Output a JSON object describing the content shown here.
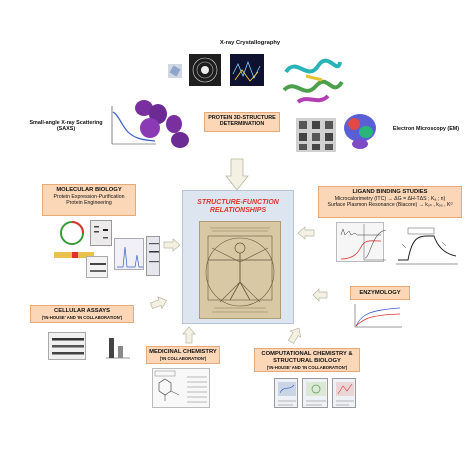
{
  "center": {
    "title_line1": "STRUCTURE-FUNCTION",
    "title_line2": "RELATIONSHIPS"
  },
  "top": {
    "xray": "X-ray Crystallography",
    "saxs_line1": "Small-angle X-ray Scattering",
    "saxs_line2": "(SAXS)",
    "em": "Electron Microscopy (EM)",
    "structure_line1": "PROTEIN 3D-STRUCTURE",
    "structure_line2": "DETERMINATION"
  },
  "molecular_biology": {
    "title": "MOLECULAR BIOLOGY",
    "line1": "Protein Expression-Purification",
    "line2": "Protein Engineering"
  },
  "ligand": {
    "title": "LIGAND BINDING STUDIES",
    "line1": "Microcalorimetry (ITC) → ΔG = ΔH-TΔS ; Kₐ ; n)",
    "line2": "Surface Plasmon Resonance (Biacore) → kₒₙ , kₒₒ , Kᵈ"
  },
  "enzymology": {
    "title": "ENZYMOLOGY"
  },
  "cellular": {
    "title": "CELLULAR ASSAYS",
    "sub": "('IN-HOUSE' AND 'IN COLLABORATION')"
  },
  "medicinal": {
    "title": "MEDICINAL CHEMISTRY",
    "sub": "('IN COLLABORATION')"
  },
  "computational": {
    "title_line1": "COMPUTATIONAL CHEMISTRY &",
    "title_line2": "STRUCTURAL BIOLOGY",
    "sub": "('IN-HOUSE' AND 'IN COLLABORATION')"
  }
}
